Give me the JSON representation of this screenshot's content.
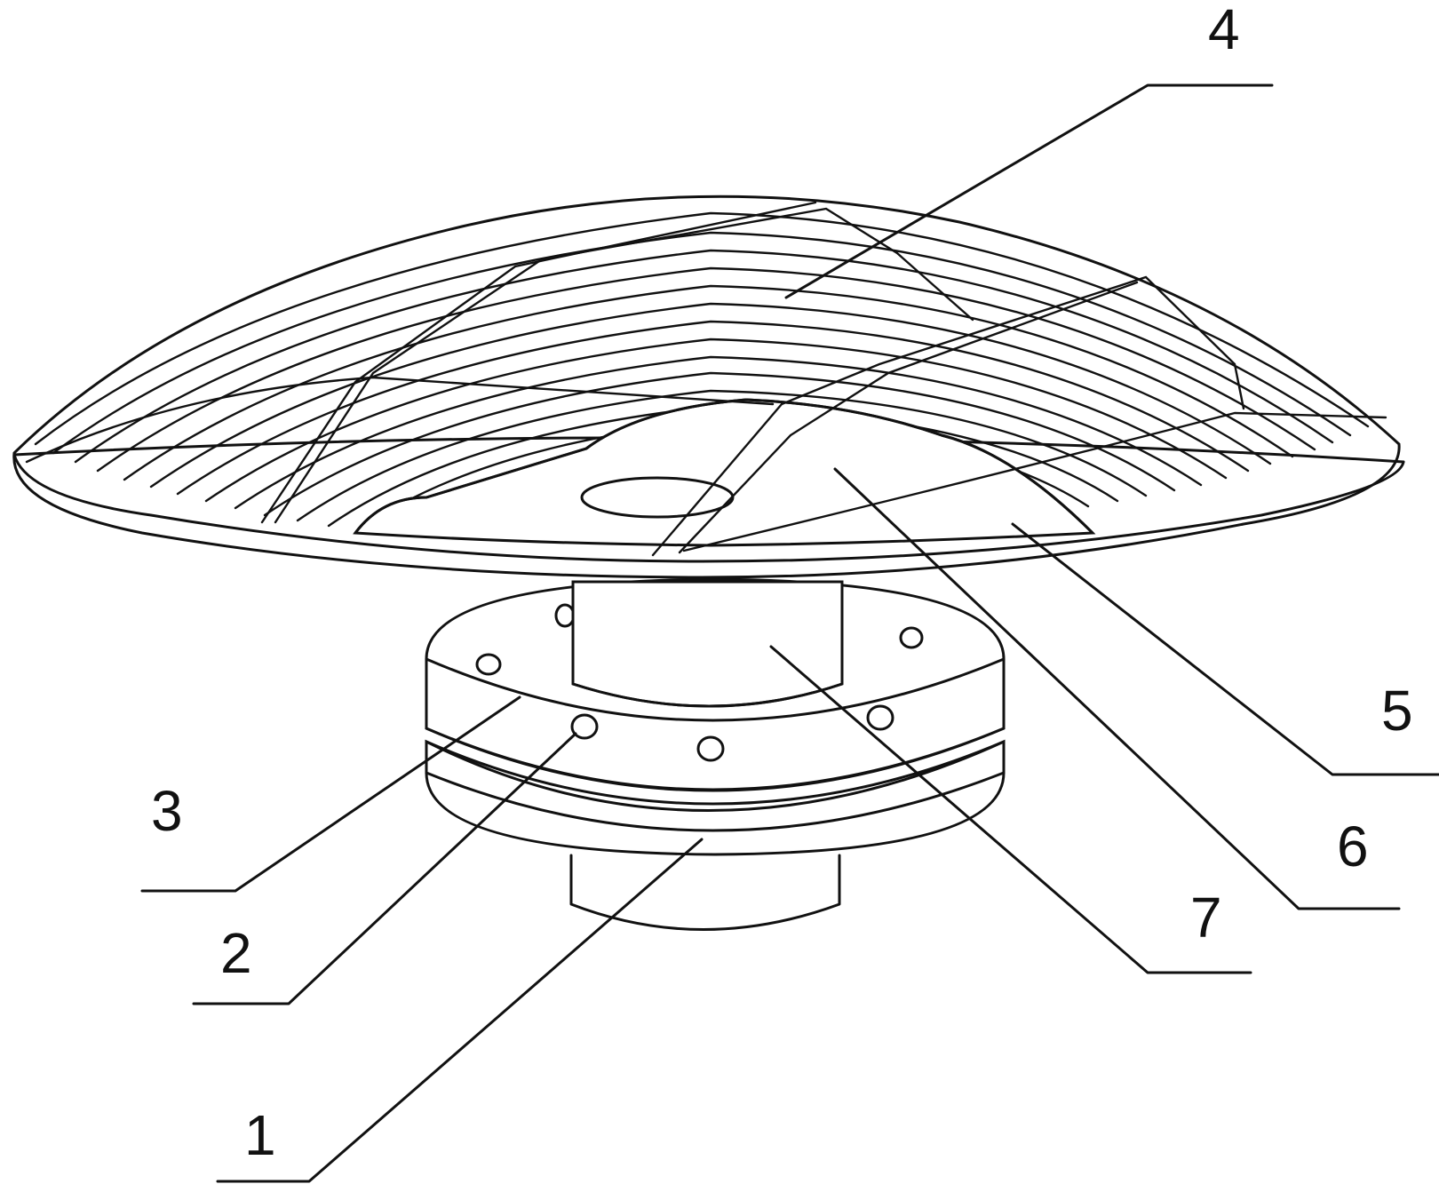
{
  "callouts": [
    {
      "id": "4",
      "text": "4"
    },
    {
      "id": "5",
      "text": "5"
    },
    {
      "id": "6",
      "text": "6"
    },
    {
      "id": "7",
      "text": "7"
    },
    {
      "id": "3",
      "text": "3"
    },
    {
      "id": "2",
      "text": "2"
    },
    {
      "id": "1",
      "text": "1"
    }
  ]
}
